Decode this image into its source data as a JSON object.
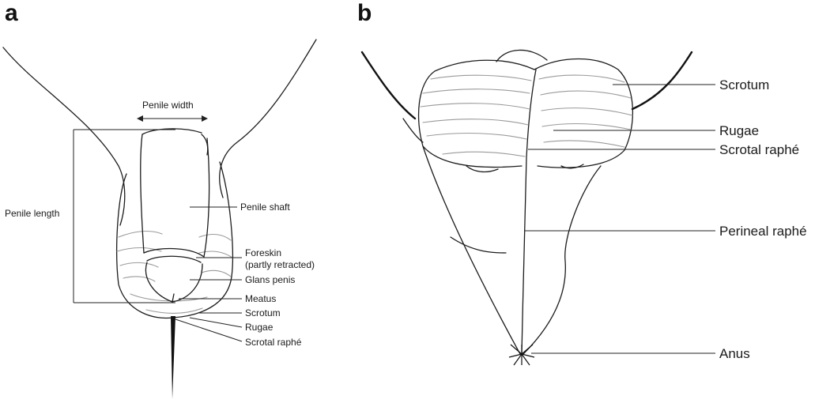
{
  "panel_a": {
    "letter": "a",
    "labels": {
      "penile_width": "Penile width",
      "penile_length": "Penile length",
      "penile_shaft": "Penile shaft",
      "foreskin_line1": "Foreskin",
      "foreskin_line2": "(partly retracted)",
      "glans_penis": "Glans penis",
      "meatus": "Meatus",
      "scrotum": "Scrotum",
      "rugae": "Rugae",
      "scrotal_raphe": "Scrotal raphé"
    }
  },
  "panel_b": {
    "letter": "b",
    "labels": {
      "scrotum": "Scrotum",
      "rugae": "Rugae",
      "scrotal_raphe": "Scrotal raphé",
      "perineal_raphe": "Perineal raphé",
      "anus": "Anus"
    }
  }
}
